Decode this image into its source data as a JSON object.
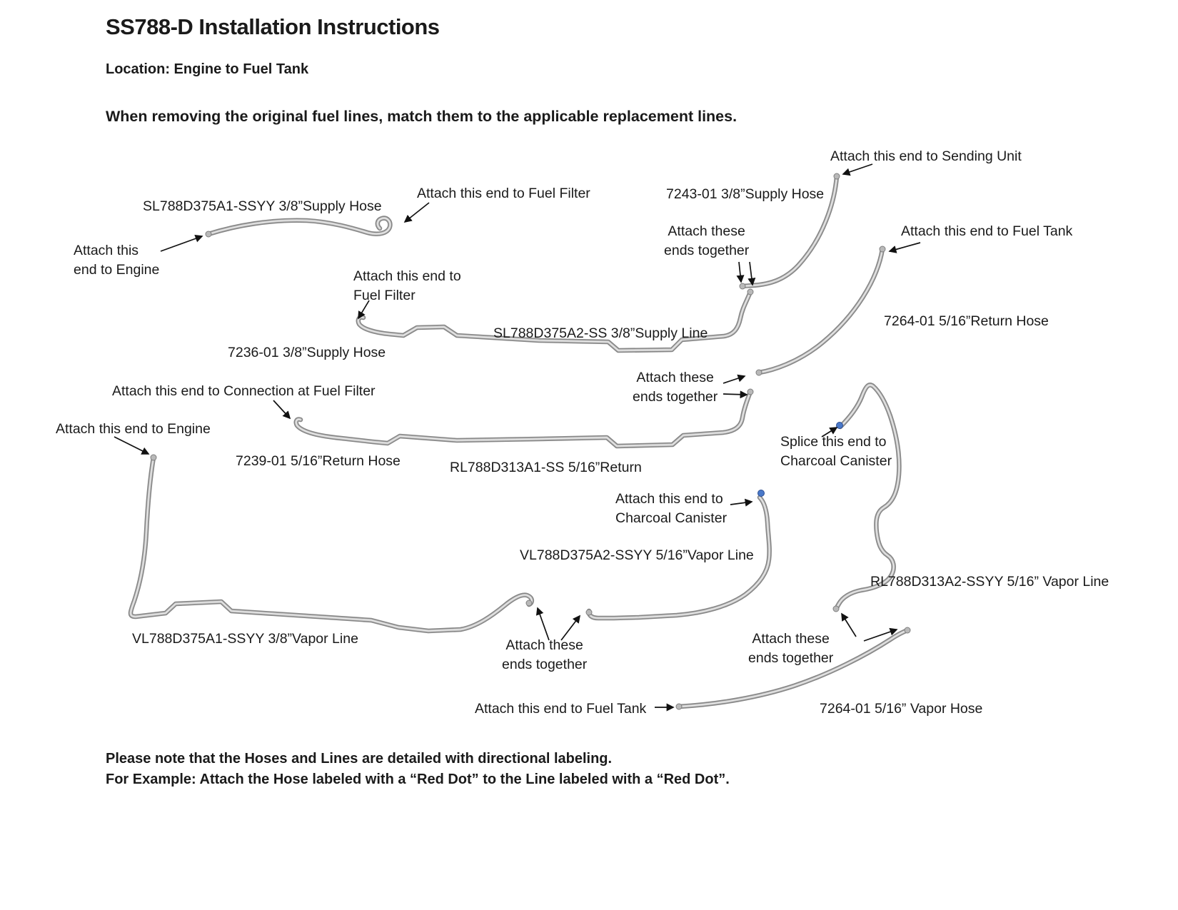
{
  "page": {
    "title": "SS788-D Installation Instructions",
    "location": "Location: Engine to Fuel Tank",
    "intro": "When removing the original fuel lines, match them to the applicable replacement lines.",
    "footer_line1": "Please note that the Hoses and Lines are detailed with directional labeling.",
    "footer_line2": "For Example: Attach the Hose labeled with a “Red Dot” to the Line labeled with a “Red Dot”."
  },
  "colors": {
    "text": "#1a1a1a",
    "tube_dark": "#868686",
    "tube_mid": "#c3c3c3",
    "tube_light": "#ebebeb",
    "splice_marker": "#4a79c9",
    "background": "#ffffff"
  },
  "diagram": {
    "labels": [
      {
        "id": "attach-sending-unit",
        "text": "Attach this end to Sending Unit"
      },
      {
        "id": "hose-7243-label",
        "text": "7243-01 3/8”Supply Hose"
      },
      {
        "id": "attach-fuel-filter-top",
        "text": "Attach this end to Fuel Filter"
      },
      {
        "id": "hose-sl788d375a1-label",
        "text": "SL788D375A1-SSYY 3/8”Supply Hose"
      },
      {
        "id": "attach-engine-top",
        "text": "Attach this\nend to Engine"
      },
      {
        "id": "ends-together-top",
        "text": "Attach these\nends together"
      },
      {
        "id": "attach-fuel-tank-right",
        "text": "Attach this end to Fuel Tank"
      },
      {
        "id": "attach-fuel-filter-mid",
        "text": "Attach this end to\nFuel Filter"
      },
      {
        "id": "hose-7264-return-label",
        "text": "7264-01 5/16”Return Hose"
      },
      {
        "id": "line-sl788d375a2-label",
        "text": "SL788D375A2-SS 3/8”Supply Line"
      },
      {
        "id": "hose-7236-label",
        "text": "7236-01 3/8”Supply Hose"
      },
      {
        "id": "ends-together-mid",
        "text": "Attach these\nends together"
      },
      {
        "id": "attach-connection-fuel-filter",
        "text": "Attach this end to Connection at Fuel Filter"
      },
      {
        "id": "attach-engine-left",
        "text": "Attach this end to Engine"
      },
      {
        "id": "splice-charcoal-canister",
        "text": "Splice this end to\nCharcoal Canister"
      },
      {
        "id": "hose-7239-label",
        "text": "7239-01 5/16”Return Hose"
      },
      {
        "id": "line-rl788d313a1-label",
        "text": "RL788D313A1-SS 5/16”Return"
      },
      {
        "id": "attach-charcoal-canister",
        "text": "Attach this end to\nCharcoal Canister"
      },
      {
        "id": "line-vl788d375a2-label",
        "text": "VL788D375A2-SSYY 5/16”Vapor Line"
      },
      {
        "id": "line-rl788d313a2-label",
        "text": "RL788D313A2-SSYY 5/16” Vapor Line"
      },
      {
        "id": "line-vl788d375a1-label",
        "text": "VL788D375A1-SSYY 3/8”Vapor Line"
      },
      {
        "id": "ends-together-bottom-left",
        "text": "Attach these\nends together"
      },
      {
        "id": "ends-together-bottom-right",
        "text": "Attach these\nends together"
      },
      {
        "id": "attach-fuel-tank-bottom",
        "text": "Attach this end to Fuel Tank"
      },
      {
        "id": "hose-7264-vapor-label",
        "text": "7264-01 5/16” Vapor Hose"
      }
    ]
  }
}
